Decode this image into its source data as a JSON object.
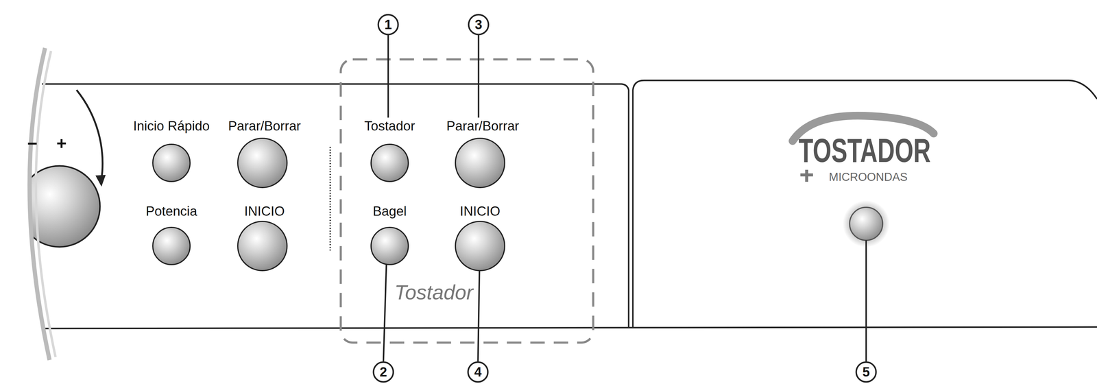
{
  "diagram": {
    "labels": [
      "−",
      "+",
      "Inicio Rápido",
      "Parar/Borrar",
      "Potencia",
      "INICIO",
      "Tostador",
      "Parar/Borrar",
      "Bagel",
      "INICIO",
      "Tostador",
      "TOSTADOR",
      "MICROONDAS",
      "1",
      "3",
      "2",
      "4",
      "5"
    ]
  }
}
